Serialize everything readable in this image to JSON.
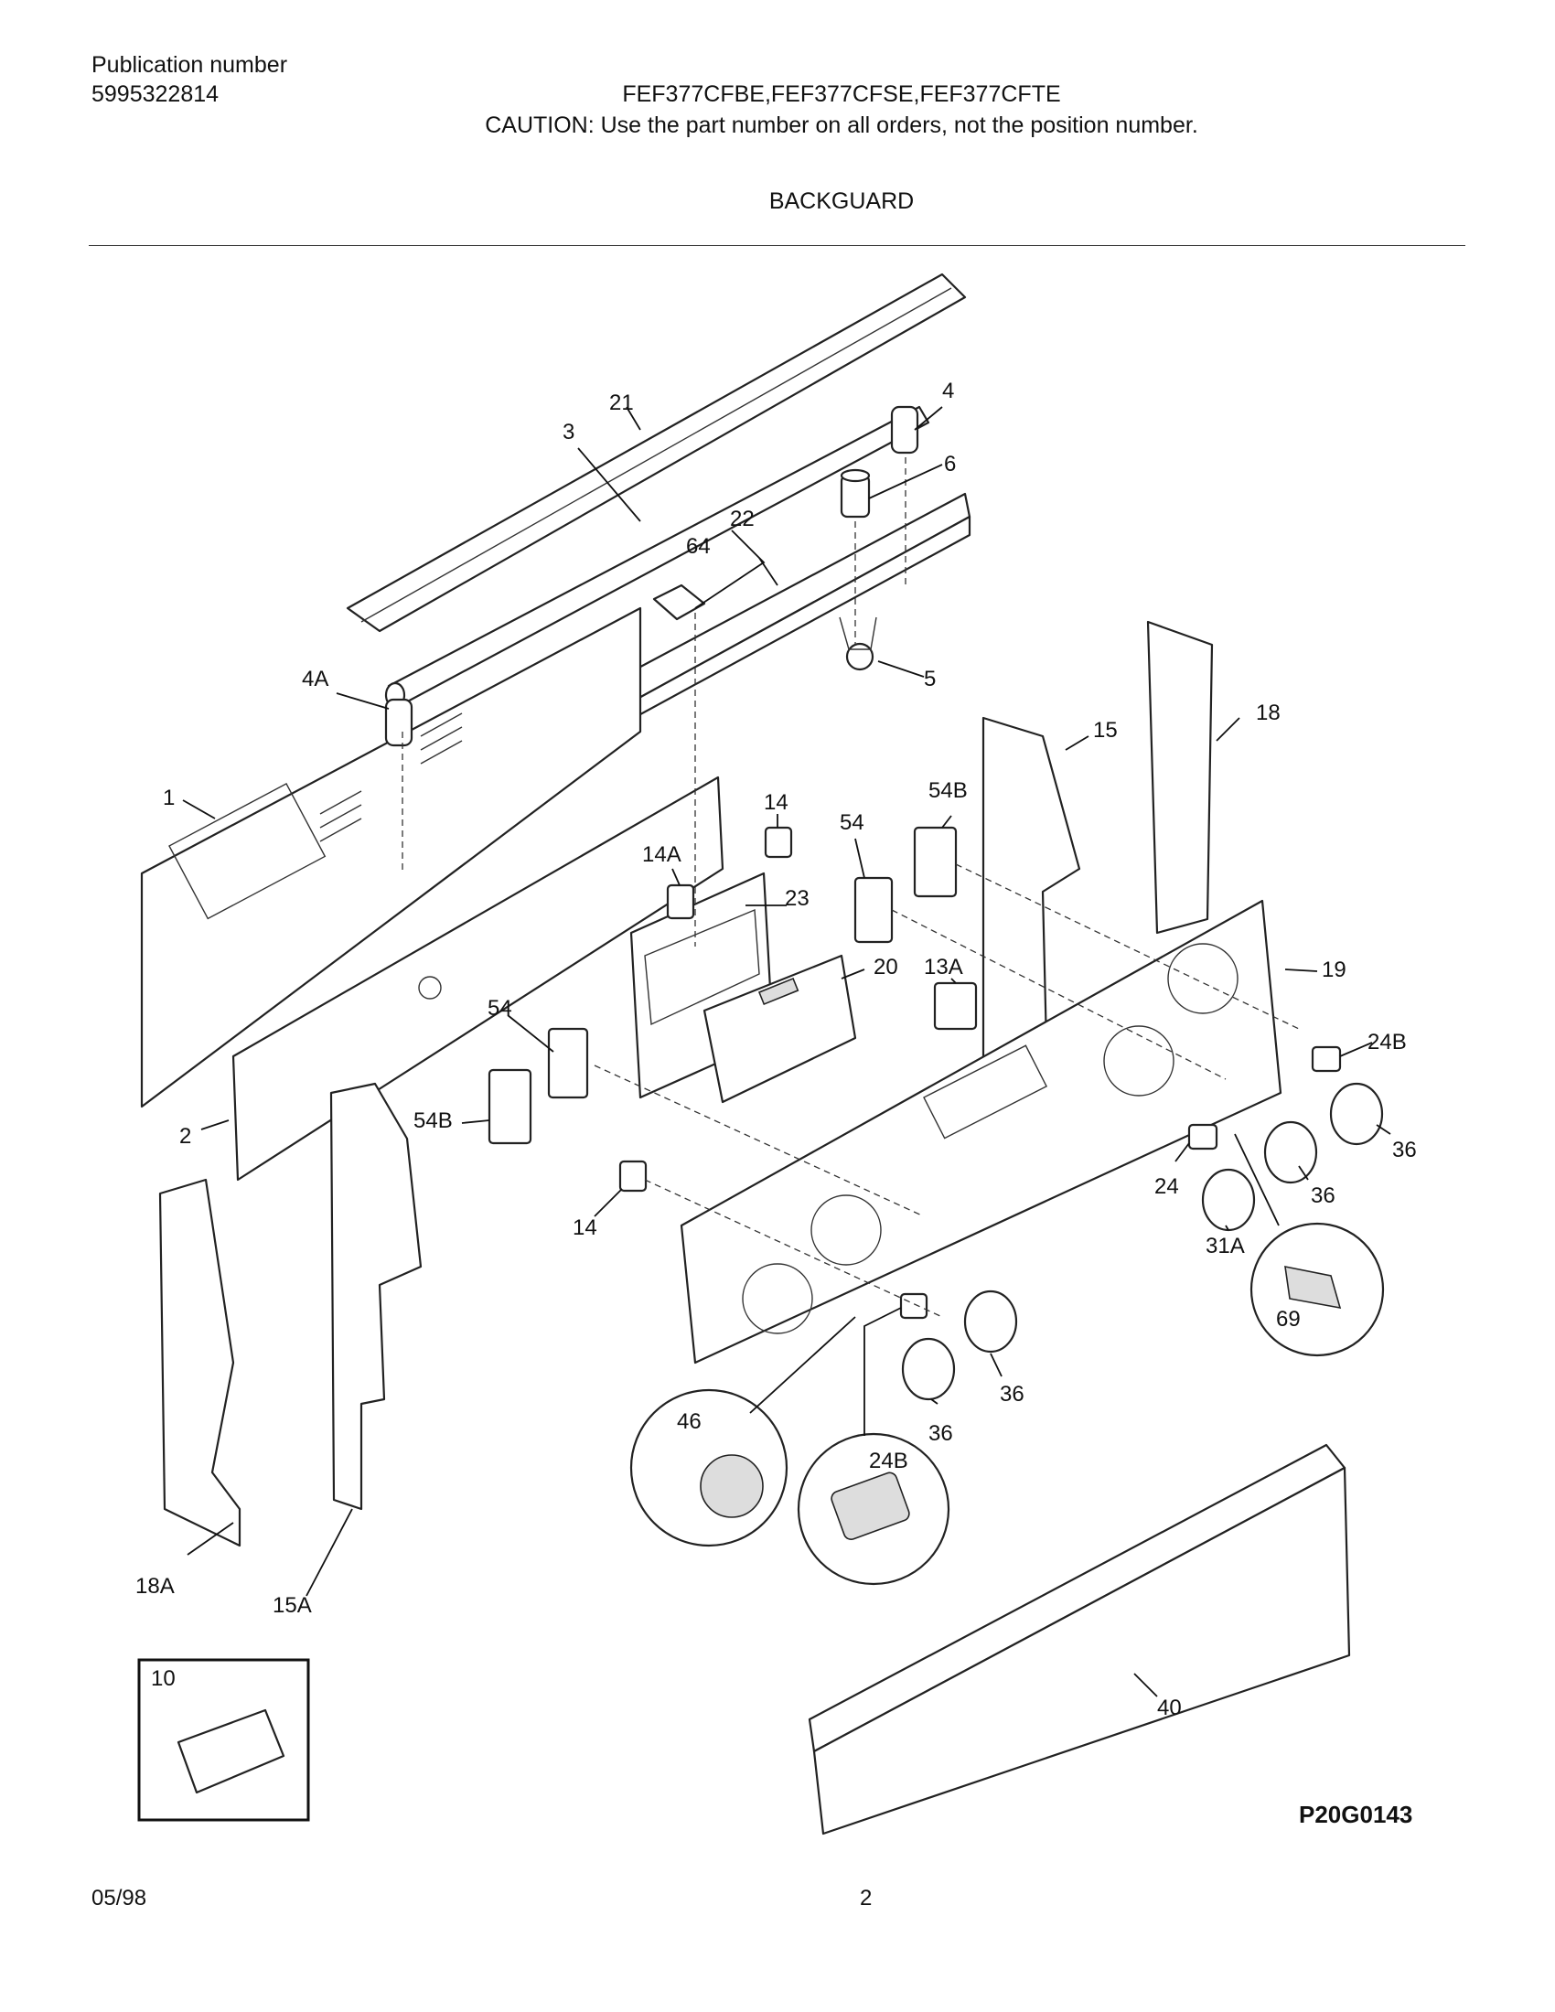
{
  "header": {
    "publication_label": "Publication number",
    "publication_number": "5995322814",
    "models": "FEF377CFBE,FEF377CFSE,FEF377CFTE",
    "caution": "CAUTION:  Use the part number on all orders, not the position number.",
    "section_title": "BACKGUARD"
  },
  "diagram": {
    "drawing_code": "P20G0143",
    "part_labels": [
      "21",
      "3",
      "4",
      "6",
      "22",
      "64",
      "5",
      "4A",
      "18",
      "15",
      "1",
      "14",
      "54B",
      "54",
      "14A",
      "23",
      "20",
      "13A",
      "19",
      "54",
      "24B",
      "2",
      "54B",
      "36",
      "24",
      "36",
      "14",
      "31A",
      "69",
      "46",
      "24B",
      "36",
      "36",
      "18A",
      "15A",
      "10",
      "40"
    ]
  },
  "footer": {
    "date": "05/98",
    "page": "2"
  }
}
